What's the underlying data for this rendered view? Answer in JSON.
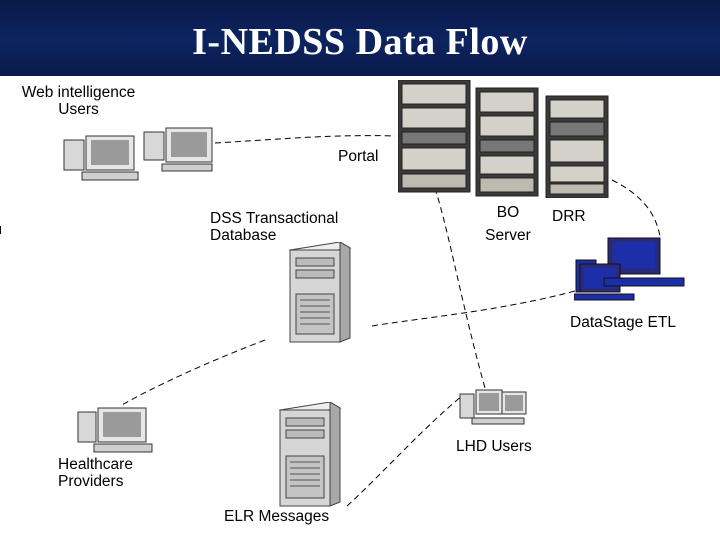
{
  "title": "I-NEDSS Data Flow",
  "nodes": {
    "web_users": {
      "line1": "Web intelligence",
      "line2": "Users",
      "icon": "workstation-icon"
    },
    "portal": {
      "label": "Portal",
      "icon": "server-rack-icon"
    },
    "bo_server": {
      "line1": "BO",
      "line2": "Server",
      "icon": "server-rack-icon"
    },
    "drr": {
      "label": "DRR",
      "icon": "server-rack-icon"
    },
    "dss_db": {
      "line1": "DSS Transactional",
      "line2": "Database",
      "icon": "tower-server-icon"
    },
    "datastage": {
      "label": "DataStage ETL",
      "icon": "workstation-icon"
    },
    "lhd_users": {
      "label": "LHD Users",
      "icon": "workstation-icon"
    },
    "healthcare": {
      "line1": "Healthcare",
      "line2": "Providers",
      "icon": "workstation-icon"
    },
    "elr": {
      "label": "ELR Messages",
      "icon": "tower-server-icon"
    }
  },
  "colors": {
    "title_bg": "#0d2460",
    "title_text": "#ffffff",
    "link": "#000000",
    "etl_screen": "#1c2fa8"
  }
}
